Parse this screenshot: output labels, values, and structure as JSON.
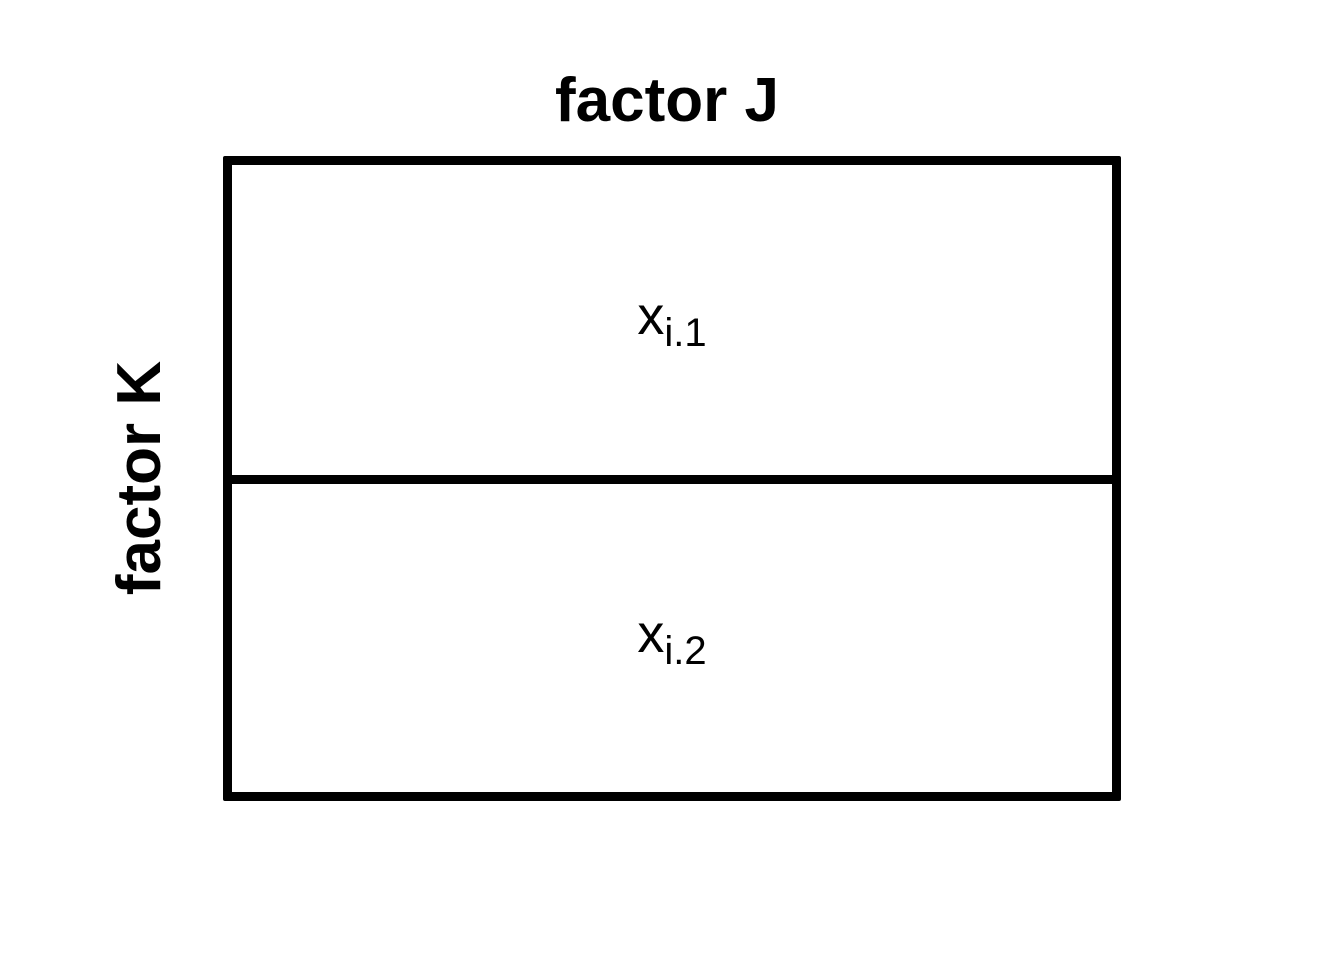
{
  "diagram": {
    "column_factor_label": "factor J",
    "row_factor_label": "factor K",
    "cells": [
      {
        "symbol": "x",
        "subscript": "i.1"
      },
      {
        "symbol": "x",
        "subscript": "i.2"
      }
    ]
  }
}
